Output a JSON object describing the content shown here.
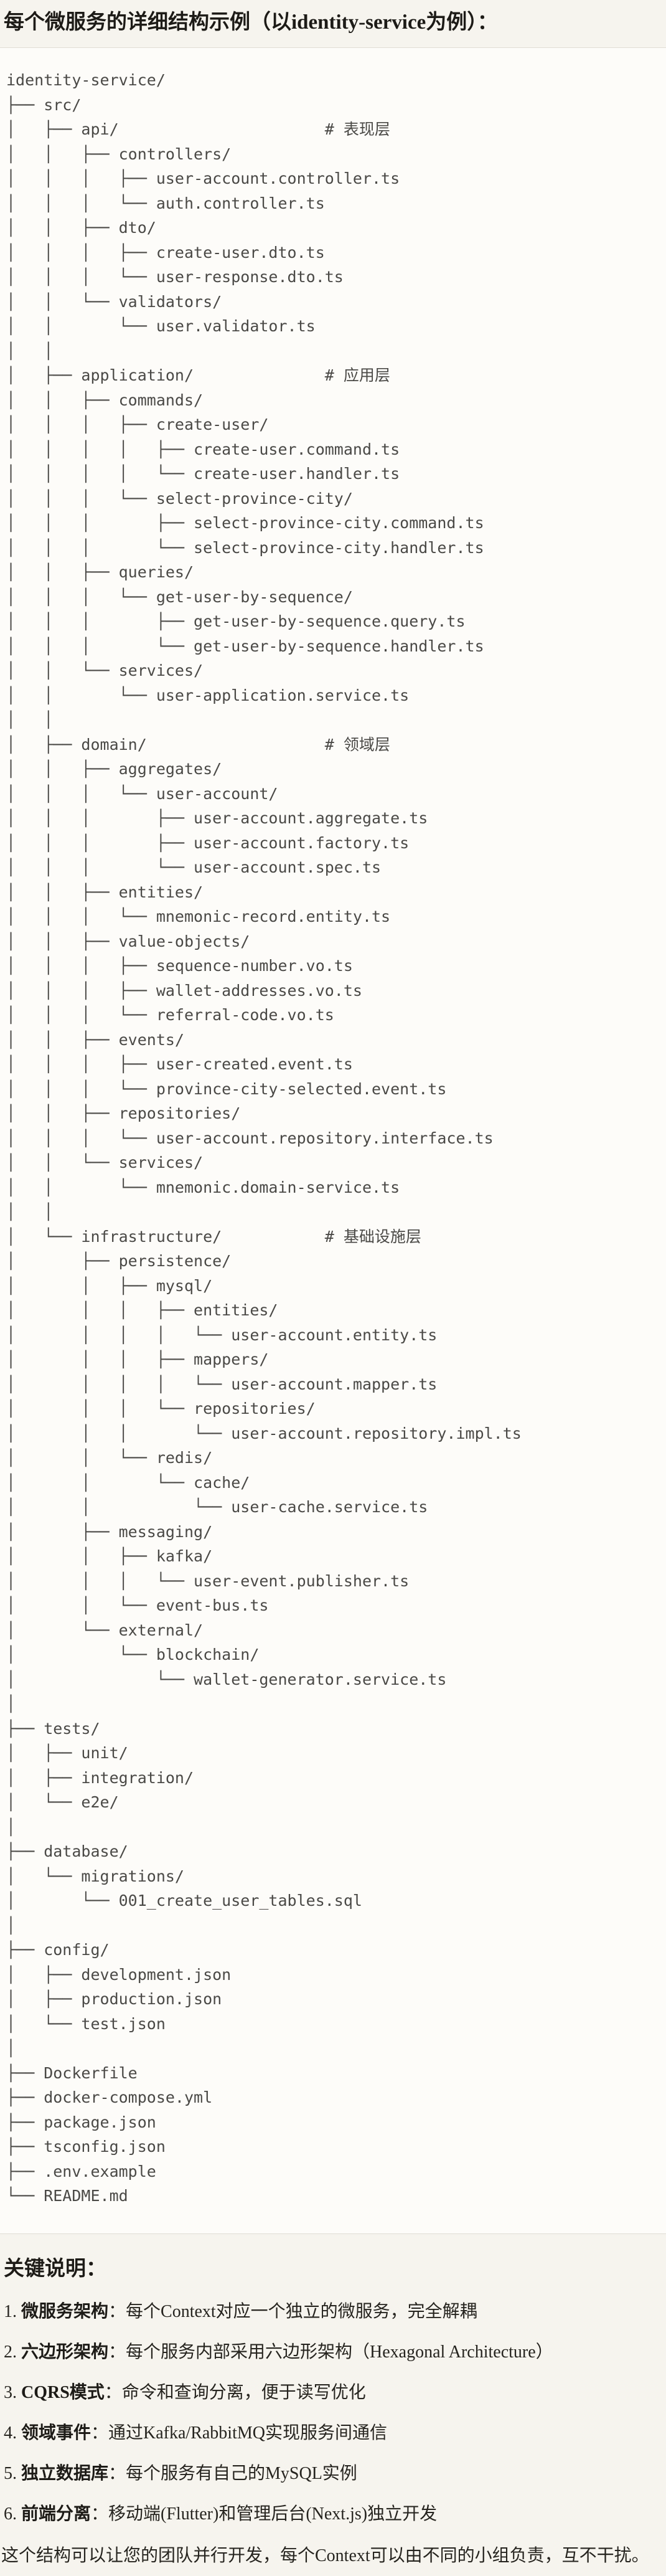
{
  "page_title": "每个微服务的详细结构示例（以identity-service为例）：",
  "code_block": {
    "lines": [
      "identity-service/",
      "├── src/",
      "│   ├── api/                      # 表现层",
      "│   │   ├── controllers/",
      "│   │   │   ├── user-account.controller.ts",
      "│   │   │   └── auth.controller.ts",
      "│   │   ├── dto/",
      "│   │   │   ├── create-user.dto.ts",
      "│   │   │   └── user-response.dto.ts",
      "│   │   └── validators/",
      "│   │       └── user.validator.ts",
      "│   │",
      "│   ├── application/              # 应用层",
      "│   │   ├── commands/",
      "│   │   │   ├── create-user/",
      "│   │   │   │   ├── create-user.command.ts",
      "│   │   │   │   └── create-user.handler.ts",
      "│   │   │   └── select-province-city/",
      "│   │   │       ├── select-province-city.command.ts",
      "│   │   │       └── select-province-city.handler.ts",
      "│   │   ├── queries/",
      "│   │   │   └── get-user-by-sequence/",
      "│   │   │       ├── get-user-by-sequence.query.ts",
      "│   │   │       └── get-user-by-sequence.handler.ts",
      "│   │   └── services/",
      "│   │       └── user-application.service.ts",
      "│   │",
      "│   ├── domain/                   # 领域层",
      "│   │   ├── aggregates/",
      "│   │   │   └── user-account/",
      "│   │   │       ├── user-account.aggregate.ts",
      "│   │   │       ├── user-account.factory.ts",
      "│   │   │       └── user-account.spec.ts",
      "│   │   ├── entities/",
      "│   │   │   └── mnemonic-record.entity.ts",
      "│   │   ├── value-objects/",
      "│   │   │   ├── sequence-number.vo.ts",
      "│   │   │   ├── wallet-addresses.vo.ts",
      "│   │   │   └── referral-code.vo.ts",
      "│   │   ├── events/",
      "│   │   │   ├── user-created.event.ts",
      "│   │   │   └── province-city-selected.event.ts",
      "│   │   ├── repositories/",
      "│   │   │   └── user-account.repository.interface.ts",
      "│   │   └── services/",
      "│   │       └── mnemonic.domain-service.ts",
      "│   │",
      "│   └── infrastructure/           # 基础设施层",
      "│       ├── persistence/",
      "│       │   ├── mysql/",
      "│       │   │   ├── entities/",
      "│       │   │   │   └── user-account.entity.ts",
      "│       │   │   ├── mappers/",
      "│       │   │   │   └── user-account.mapper.ts",
      "│       │   │   └── repositories/",
      "│       │   │       └── user-account.repository.impl.ts",
      "│       │   └── redis/",
      "│       │       └── cache/",
      "│       │           └── user-cache.service.ts",
      "│       ├── messaging/",
      "│       │   ├── kafka/",
      "│       │   │   └── user-event.publisher.ts",
      "│       │   └── event-bus.ts",
      "│       └── external/",
      "│           └── blockchain/",
      "│               └── wallet-generator.service.ts",
      "│",
      "├── tests/",
      "│   ├── unit/",
      "│   ├── integration/",
      "│   └── e2e/",
      "│",
      "├── database/",
      "│   └── migrations/",
      "│       └── 001_create_user_tables.sql",
      "│",
      "├── config/",
      "│   ├── development.json",
      "│   ├── production.json",
      "│   └── test.json",
      "│",
      "├── Dockerfile",
      "├── docker-compose.yml",
      "├── package.json",
      "├── tsconfig.json",
      "├── .env.example",
      "└── README.md"
    ]
  },
  "notes": {
    "heading": "关键说明：",
    "items": [
      {
        "num": "1.",
        "term": "微服务架构",
        "rest": "：每个Context对应一个独立的微服务，完全解耦"
      },
      {
        "num": "2.",
        "term": "六边形架构",
        "rest": "：每个服务内部采用六边形架构（Hexagonal Architecture）"
      },
      {
        "num": "3.",
        "term": "CQRS模式",
        "rest": "：命令和查询分离，便于读写优化"
      },
      {
        "num": "4.",
        "term": "领域事件",
        "rest": "：通过Kafka/RabbitMQ实现服务间通信"
      },
      {
        "num": "5.",
        "term": "独立数据库",
        "rest": "：每个服务有自己的MySQL实例"
      },
      {
        "num": "6.",
        "term": "前端分离",
        "rest": "：移动端(Flutter)和管理后台(Next.js)独立开发"
      }
    ]
  },
  "closing": {
    "text": "这个结构可以让您的团队并行开发，每个Context可以由不同的小组负责，互不干扰。"
  },
  "colors": {
    "page_background": "#f6f4ee",
    "code_background": "#fdfcf9",
    "code_text": "#4a4946",
    "divider": "#e0ddd4",
    "heading_text": "#1d1b17",
    "body_text": "#26241f"
  }
}
